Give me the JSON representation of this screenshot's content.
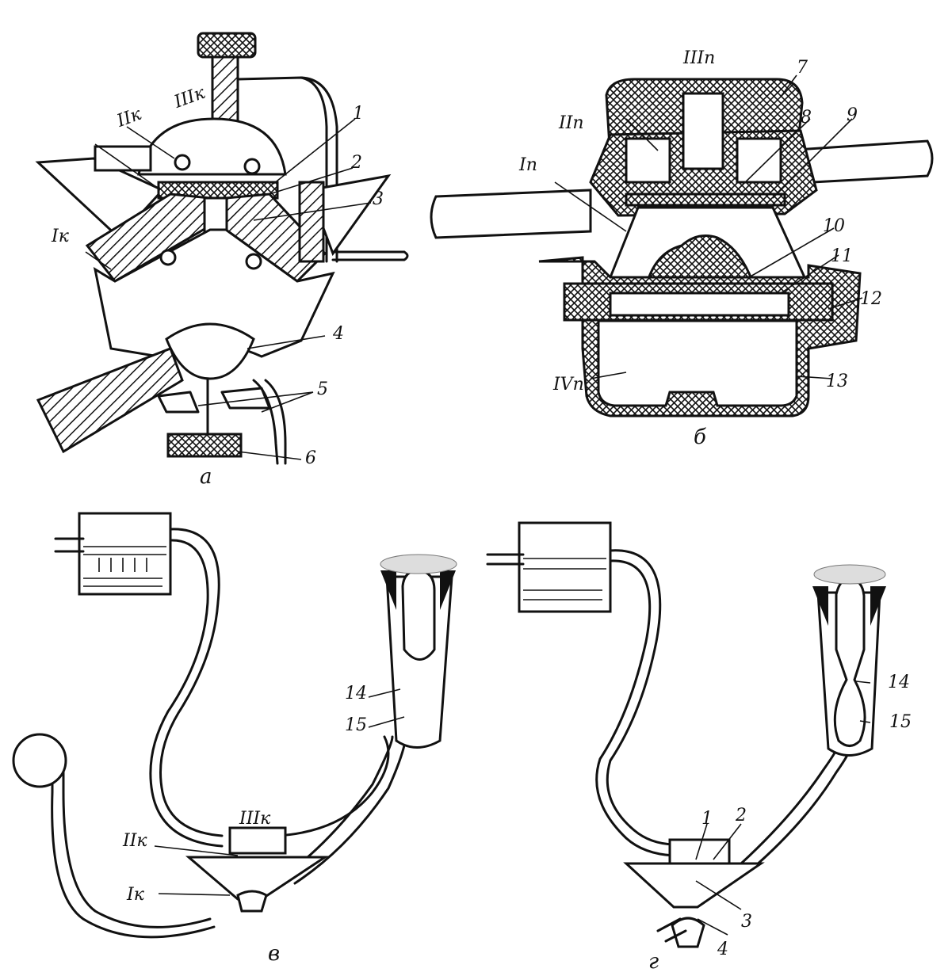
{
  "panels": {
    "a": {
      "caption": "а",
      "chambers": [
        "Iк",
        "IIк",
        "IIIк"
      ],
      "numbers": [
        "1",
        "2",
        "3",
        "4",
        "5",
        "6"
      ]
    },
    "b": {
      "caption": "б",
      "chambers": [
        "Iп",
        "IIп",
        "IIIп",
        "IVп"
      ],
      "numbers": [
        "7",
        "8",
        "9",
        "10",
        "11",
        "12",
        "13"
      ]
    },
    "v": {
      "caption": "в",
      "chambers": [
        "IIIк",
        "IIк",
        "Iк"
      ],
      "numbers": [
        "14",
        "15"
      ]
    },
    "g": {
      "caption": "г",
      "numbers": [
        "1",
        "2",
        "3",
        "4",
        "14",
        "15"
      ]
    }
  },
  "colors": {
    "ink": "#111111",
    "paper": "#ffffff"
  }
}
